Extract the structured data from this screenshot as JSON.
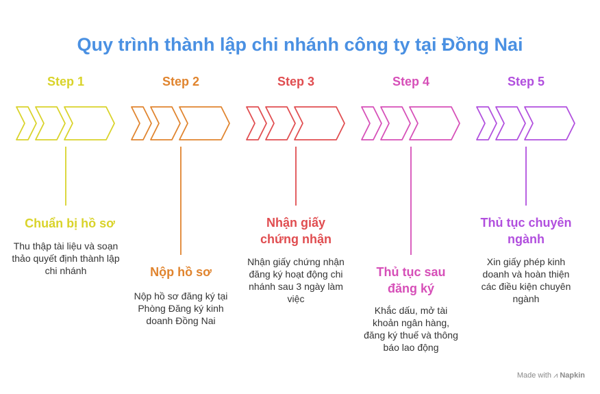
{
  "title": "Quy trình thành lập chi nhánh công ty tại Đồng Nai",
  "steps": [
    {
      "label": "Step 1",
      "color": "#d9d32a",
      "heading": "Chuẩn bị hồ sơ",
      "desc": "Thu thập tài liệu và soạn thảo quyết định thành lập chi nhánh"
    },
    {
      "label": "Step 2",
      "color": "#e0842e",
      "heading": "Nộp hồ sơ",
      "desc": "Nộp hồ sơ đăng ký tại Phòng Đăng ký kinh doanh Đồng Nai"
    },
    {
      "label": "Step 3",
      "color": "#e04d50",
      "heading": "Nhận giấy chứng nhận",
      "desc": "Nhận giấy chứng nhận đăng ký hoạt động chi nhánh sau 3 ngày làm việc"
    },
    {
      "label": "Step 4",
      "color": "#d64fb8",
      "heading": "Thủ tục sau đăng ký",
      "desc": "Khắc dấu, mở tài khoản ngân hàng, đăng ký thuế và thông báo lao động"
    },
    {
      "label": "Step 5",
      "color": "#b14fde",
      "heading": "Thủ tục chuyên ngành",
      "desc": "Xin giấy phép kinh doanh và hoàn thiện các điều kiện chuyên ngành"
    }
  ],
  "footer": {
    "made_with": "Made with",
    "brand": "Napkin"
  }
}
